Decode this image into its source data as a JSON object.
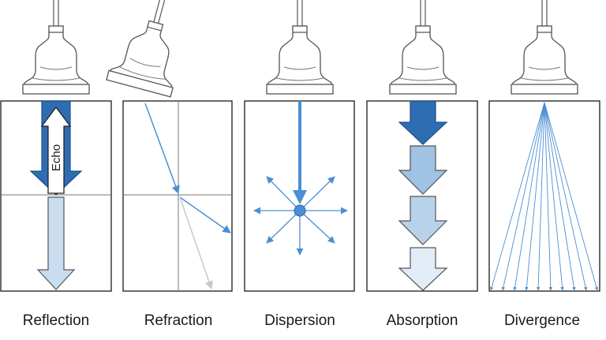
{
  "panels": [
    {
      "id": "reflection",
      "label": "Reflection",
      "arrow_text": "Echo"
    },
    {
      "id": "refraction",
      "label": "Refraction"
    },
    {
      "id": "dispersion",
      "label": "Dispersion"
    },
    {
      "id": "absorption",
      "label": "Absorption"
    },
    {
      "id": "divergence",
      "label": "Divergence"
    }
  ],
  "colors": {
    "dark_blue": "#2f6db3",
    "mid_blue": "#9fc2e5",
    "light_blue": "#c9dcf0",
    "pale_blue": "#e3edf8",
    "line_blue": "#4a8fd4",
    "ray_gray": "#c8c8c8",
    "probe_fill": "#ffffff",
    "probe_stroke": "#555555"
  },
  "icons": [
    "ultrasound-probe-icon"
  ]
}
